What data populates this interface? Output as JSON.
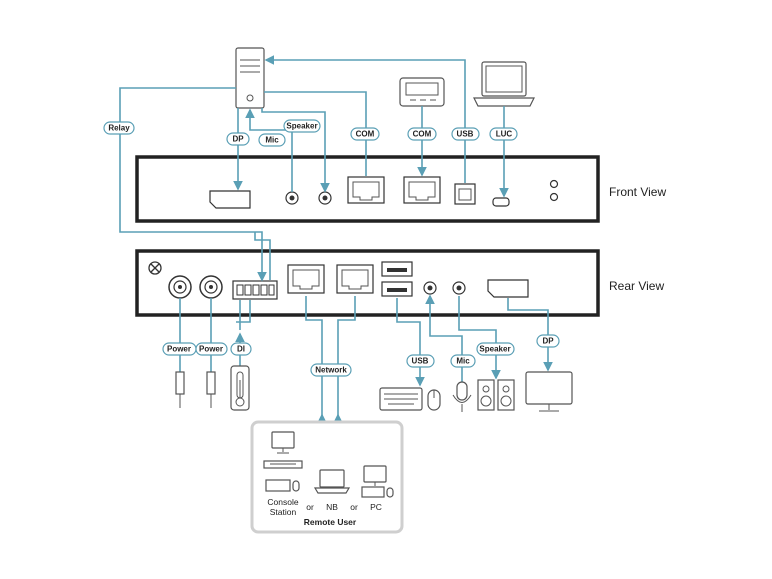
{
  "views": {
    "front": "Front View",
    "rear": "Rear View"
  },
  "labels": {
    "relay": "Relay",
    "dp_top": "DP",
    "mic_top": "Mic",
    "speaker_top": "Speaker",
    "com1": "COM",
    "com2": "COM",
    "usb_top": "USB",
    "luc": "LUC",
    "power1": "Power",
    "power2": "Power",
    "di": "DI",
    "network": "Network",
    "usb_bottom": "USB",
    "mic_bottom": "Mic",
    "speaker_bottom": "Speaker",
    "dp_bottom": "DP"
  },
  "remote_user": {
    "title": "Remote User",
    "console_line1": "Console",
    "console_line2": "Station",
    "or1": "or",
    "nb": "NB",
    "or2": "or",
    "pc": "PC"
  },
  "colors": {
    "wire": "#5a9fb5",
    "chassis": "#222222"
  }
}
